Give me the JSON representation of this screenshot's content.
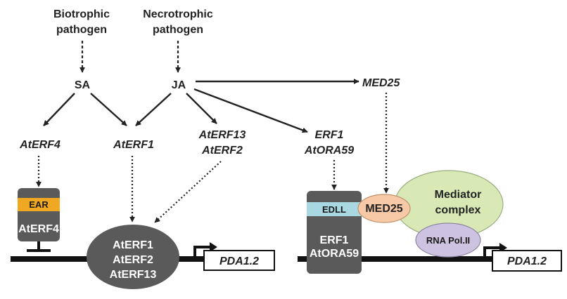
{
  "inputs": {
    "biotrophic": [
      "Biotrophic",
      "pathogen"
    ],
    "necrotrophic": [
      "Necrotrophic",
      "pathogen"
    ]
  },
  "hormones": {
    "sa": "SA",
    "ja": "JA"
  },
  "genes": {
    "aterf4": "AtERF4",
    "aterf1": "AtERF1",
    "aterf13_2": [
      "AtERF13",
      "AtERF2"
    ],
    "erf1_ora59": [
      "ERF1",
      "AtORA59"
    ],
    "med25": "MED25"
  },
  "left_complex": {
    "ear": "EAR",
    "aterf4": "AtERF4",
    "activators": [
      "AtERF1",
      "AtERF2",
      "AtERF13"
    ],
    "promoter": "PDA1.2"
  },
  "right_complex": {
    "edll": "EDLL",
    "factor": [
      "ERF1",
      "AtORA59"
    ],
    "med25": "MED25",
    "mediator": [
      "Mediator",
      "complex"
    ],
    "rnapol": "RNA Pol.II",
    "promoter": "PDA1.2"
  },
  "colors": {
    "dark_gray": "#5a5a5a",
    "ear_orange": "#f0a823",
    "edll_blue": "#a9d8e3",
    "med25_peach": "#f7c9a6",
    "mediator_green": "#d8e9b6",
    "rnapol_lavender": "#cdc2df",
    "dna_black": "#111111"
  }
}
